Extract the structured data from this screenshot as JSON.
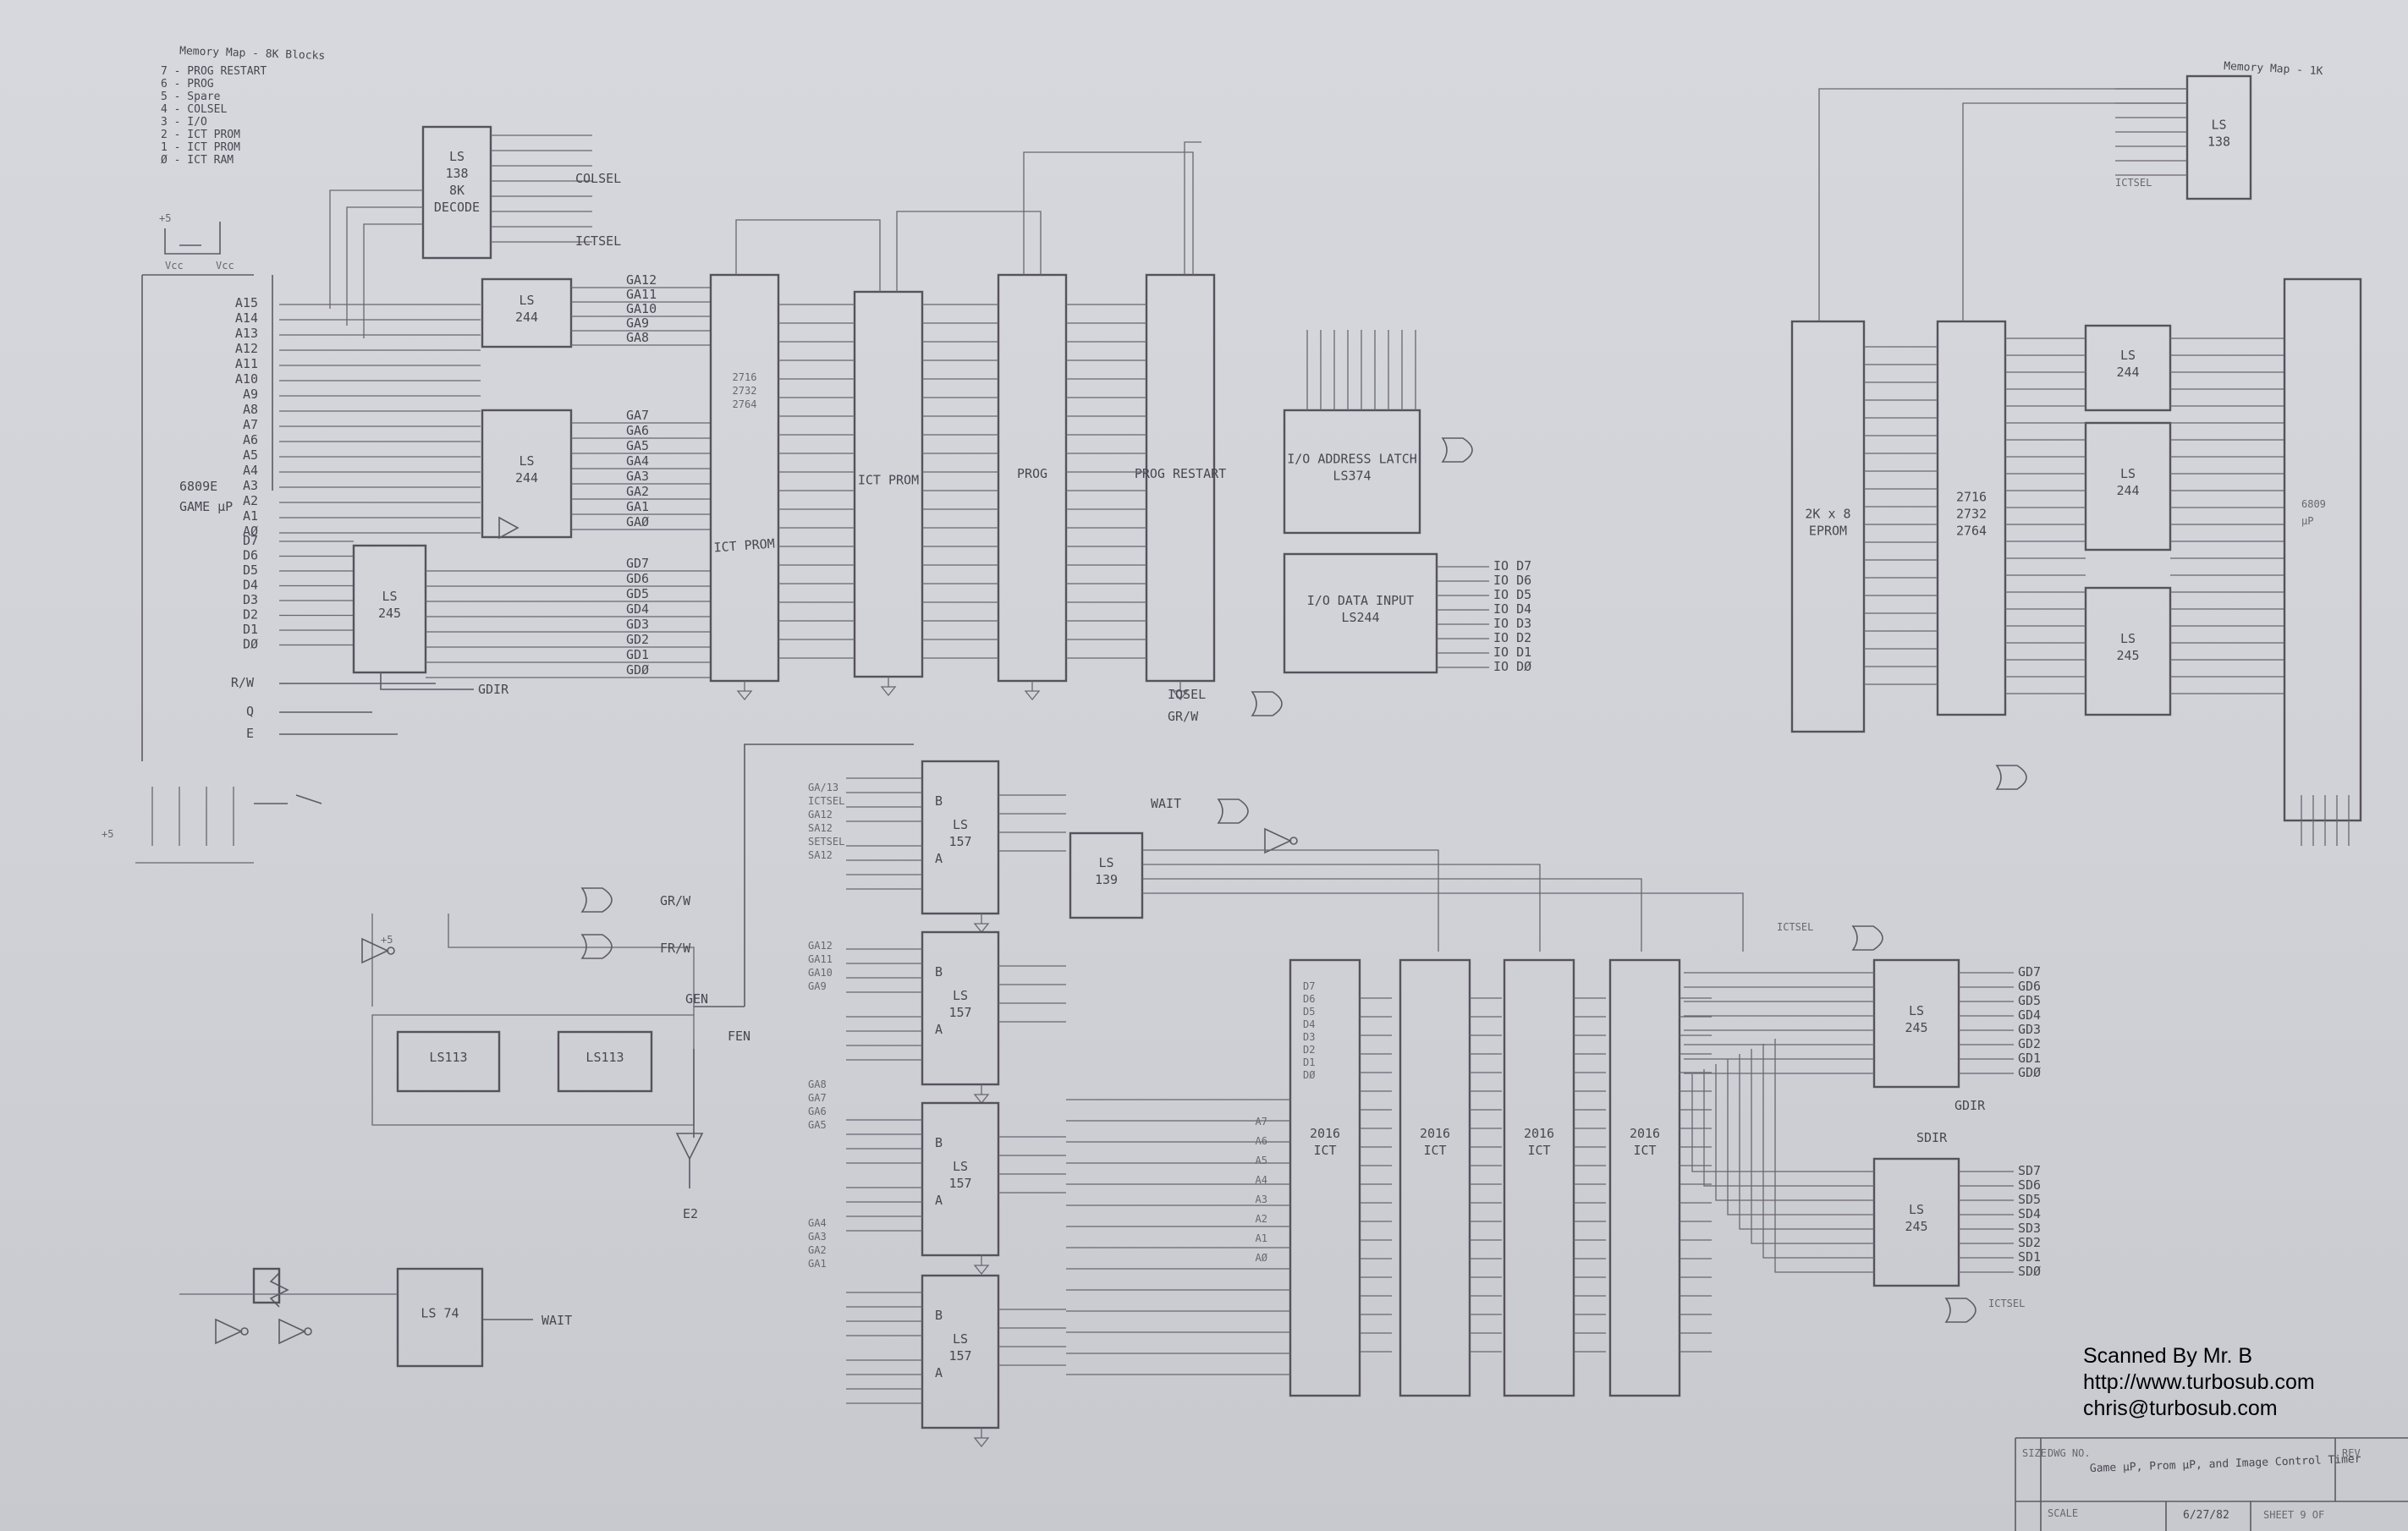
{
  "memory_map": {
    "title": "Memory Map - 8K Blocks",
    "entries": [
      "7 - PROG RESTART",
      "6 - PROG",
      "5 - Spare",
      "4 - COLSEL",
      "3 - I/O",
      "2 - ICT PROM",
      "1 - ICT PROM",
      "Ø - ICT RAM"
    ]
  },
  "memory_map_right": "Memory Map - 1K",
  "chips": {
    "decoder": [
      "LS",
      "138",
      "8K",
      "DECODE"
    ],
    "addr_hi": [
      "LS",
      "244"
    ],
    "addr_lo": [
      "LS",
      "244"
    ],
    "data_buf": [
      "LS",
      "245"
    ],
    "prom_ict": [
      "2716",
      "2732",
      "2764"
    ],
    "prom_ict_label": "ICT PROM",
    "ict_prom": "ICT PROM",
    "prog": "PROG",
    "prog_restart": "PROG RESTART",
    "io_latch": [
      "I/O ADDRESS LATCH",
      "LS374"
    ],
    "io_input": [
      "I/O DATA INPUT",
      "LS244"
    ],
    "cpu": [
      "6809E",
      "GAME μP"
    ],
    "ff1": "LS113",
    "ff2": "LS113",
    "clk": "LS 74",
    "mux": [
      "LS",
      "157"
    ],
    "dec139": [
      "LS",
      "139"
    ],
    "ram": [
      "2016",
      "ICT"
    ],
    "xcv1": [
      "LS",
      "245"
    ],
    "xcv2": [
      "LS",
      "245"
    ],
    "r_chip1": [
      "LS",
      "138"
    ],
    "r_rom": [
      "2K x 8",
      "EPROM"
    ],
    "r_cpu": [
      "2716",
      "2732",
      "2764"
    ],
    "r_244a": [
      "LS",
      "244"
    ],
    "r_244b": [
      "LS",
      "244"
    ],
    "r_245": [
      "LS",
      "245"
    ],
    "r_up": [
      "6809",
      "μP"
    ]
  },
  "signals": {
    "GA_hi": [
      "GA12",
      "GA11",
      "GA10",
      "GA9",
      "GA8"
    ],
    "GA_lo": [
      "GA7",
      "GA6",
      "GA5",
      "GA4",
      "GA3",
      "GA2",
      "GA1",
      "GAØ"
    ],
    "GD": [
      "GD7",
      "GD6",
      "GD5",
      "GD4",
      "GD3",
      "GD2",
      "GD1",
      "GDØ"
    ],
    "A_hi": [
      "A15",
      "A14",
      "A13",
      "A12",
      "A11",
      "A10",
      "A9",
      "A8"
    ],
    "A_lo": [
      "A7",
      "A6",
      "A5",
      "A4",
      "A3",
      "A2",
      "A1",
      "AØ"
    ],
    "D": [
      "D7",
      "D6",
      "D5",
      "D4",
      "D3",
      "D2",
      "D1",
      "DØ"
    ],
    "IO": [
      "IO D7",
      "IO D6",
      "IO D5",
      "IO D4",
      "IO D3",
      "IO D2",
      "IO D1",
      "IO DØ"
    ],
    "SD": [
      "SD7",
      "SD6",
      "SD5",
      "SD4",
      "SD3",
      "SD2",
      "SD1",
      "SDØ"
    ],
    "GD_out": [
      "GD7",
      "GD6",
      "GD5",
      "GD4",
      "GD3",
      "GD2",
      "GD1",
      "GDØ"
    ],
    "col": "COLSEL",
    "ict": "ICTSEL",
    "gdir": "GDIR",
    "rw": "R/W",
    "q": "Q",
    "e": "E",
    "gen": "GEN",
    "fen": "FEN",
    "wait": "WAIT",
    "e2": "E2",
    "vcc": "Vcc",
    "gnd": "+5",
    "iosel": "IOSEL",
    "sdir": "SDIR",
    "mux_in": [
      "GA/13",
      "ICTSEL",
      "GA12",
      "SA12",
      "SETSEL",
      "SA12"
    ],
    "sr": "GR/W",
    "fr": "FR/W",
    "i2": "I/O SEL"
  },
  "title_block": {
    "size": "SIZE",
    "dwg": "DWG NO.",
    "title": "Game μP, Prom μP, and Image Control Timer",
    "rev": "REV",
    "scale": "SCALE",
    "date": "6/27/82",
    "sheet": "SHEET 9 OF"
  },
  "credit": {
    "line1": "Scanned By Mr. B",
    "line2": "http://www.turbosub.com",
    "line3": "chris@turbosub.com"
  }
}
